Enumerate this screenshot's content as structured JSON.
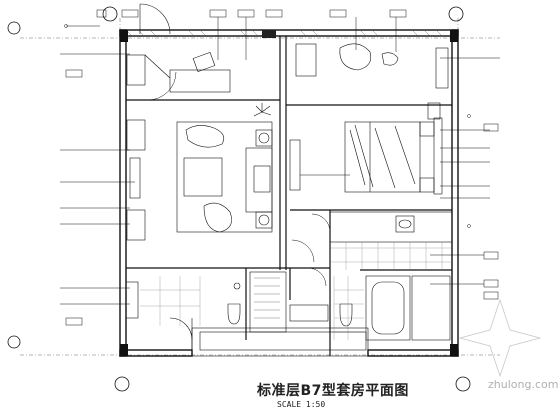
{
  "drawing": {
    "title": "标准层B7型套房平面图",
    "scale": "SCALE 1:50",
    "watermark": "zhulong.com"
  },
  "grid_bubbles": [
    "",
    "",
    "",
    "",
    "",
    ""
  ],
  "callouts": {
    "top": [
      "",
      "",
      "",
      "",
      "",
      "",
      ""
    ],
    "left": [
      "",
      "",
      "",
      "",
      "",
      "",
      "",
      ""
    ],
    "right": [
      "",
      "",
      "",
      "",
      "",
      "",
      ""
    ]
  },
  "colors": {
    "line": "#111111",
    "hatch": "#555555",
    "watermark": "#b0b0b0"
  }
}
